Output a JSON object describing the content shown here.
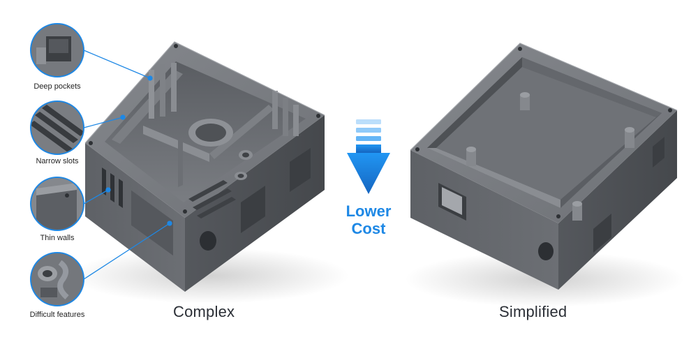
{
  "callouts": [
    {
      "label": "Deep pockets"
    },
    {
      "label": "Narrow slots"
    },
    {
      "label": "Thin walls"
    },
    {
      "label": "Difficult features"
    }
  ],
  "arrow": {
    "line1": "Lower",
    "line2": "Cost"
  },
  "captions": {
    "left": "Complex",
    "right": "Simplified"
  },
  "colors": {
    "accent": "#1e88e5",
    "metal_dark": "#4a4d52",
    "metal_mid": "#6b6e73",
    "metal_light": "#8a8d92"
  }
}
